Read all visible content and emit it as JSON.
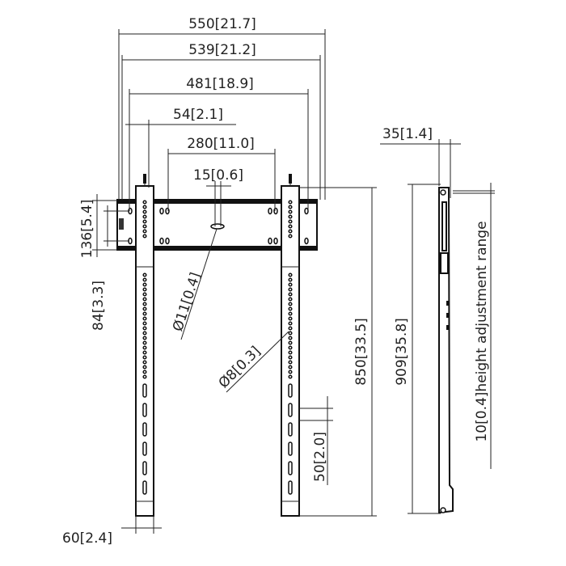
{
  "drawing": {
    "line_color": "#222222",
    "dimensions": {
      "overall_width": "550[21.7]",
      "rail_width": "539[21.2]",
      "max_hole_span": "481[18.9]",
      "offset_54": "54[2.1]",
      "min_hole_span": "280[11.0]",
      "slot_15": "15[0.6]",
      "rail_height": "136[5.4]",
      "hole_vertical_84": "84[3.3]",
      "hole_dia_11": "Ø11[0.4]",
      "hole_dia_8": "Ø8[0.3]",
      "upright_height": "850[33.5]",
      "offset_50": "50[2.0]",
      "upright_width": "60[2.4]",
      "overall_height": "909[35.8]",
      "depth": "35[1.4]",
      "height_adjustment": "10[0.4]height adjustment range"
    }
  }
}
